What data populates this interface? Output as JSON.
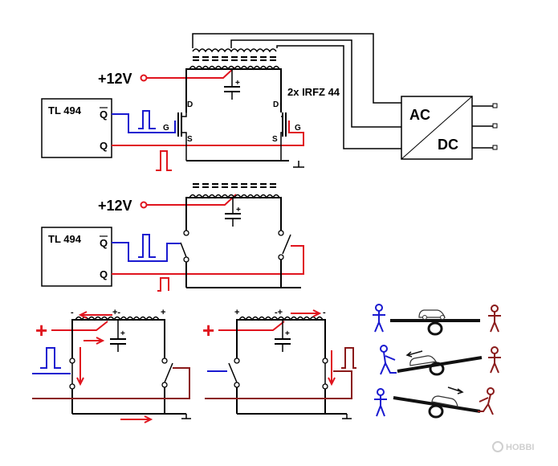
{
  "top": {
    "chip": "TL 494",
    "q_bar": "Q",
    "q": "Q",
    "supply": "+12V",
    "transistors": "2x IRFZ 44",
    "pin_d": "D",
    "pin_g": "G",
    "pin_s": "S"
  },
  "converter": {
    "ac": "AC",
    "dc": "DC"
  },
  "middle": {
    "chip": "TL 494",
    "q_bar": "Q",
    "q": "Q",
    "supply": "+12V"
  },
  "bottom": {
    "plus": "+",
    "minus": "-",
    "plus_minus": "+-",
    "minus_plus": "-+"
  },
  "watermark": "HOBBI",
  "colors": {
    "wire": "#000000",
    "red": "#e0141e",
    "blue": "#1a1ad0",
    "dark_red": "#8a1a1a"
  }
}
